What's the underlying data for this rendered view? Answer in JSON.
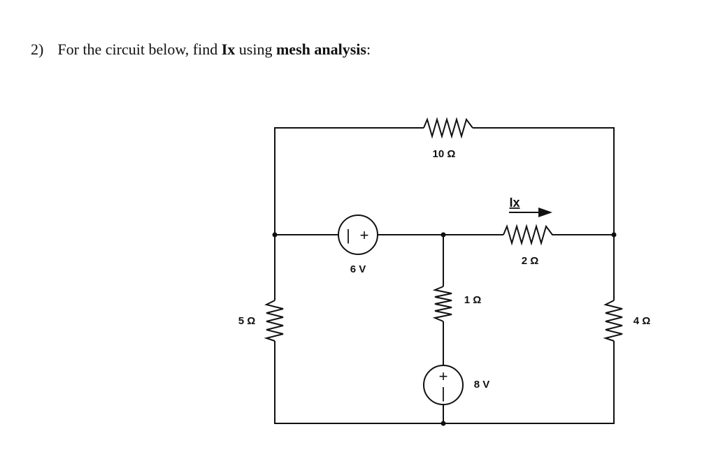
{
  "question": {
    "number": "2)",
    "text_before_ix": "For the circuit below, find ",
    "ix_symbol": "Ix",
    "text_using": " using ",
    "method": "mesh analysis",
    "text_end": ":"
  },
  "circuit": {
    "resistor_top_label": "10 Ω",
    "resistor_left_label": "5 Ω",
    "resistor_right_label": "4 Ω",
    "resistor_center_label": "1 Ω",
    "resistor_mid_right_label": "2 Ω",
    "source_left_label": "6 V",
    "source_left_minus": "|",
    "source_left_plus": "+",
    "source_bottom_label": "8 V",
    "source_bottom_plus": "+",
    "source_bottom_minus": "|",
    "current_label": "Ix"
  }
}
